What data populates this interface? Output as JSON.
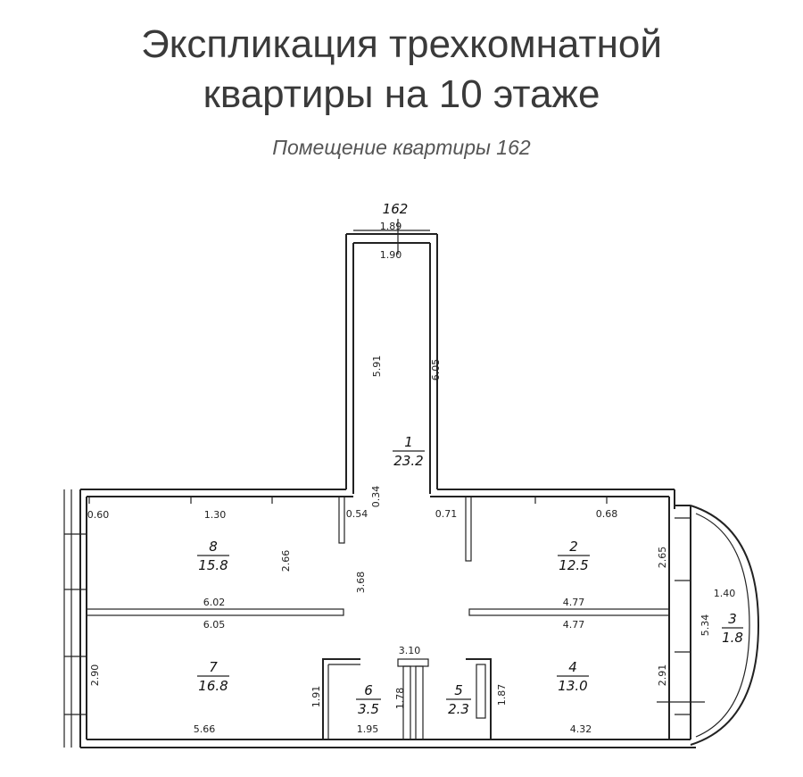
{
  "header": {
    "title_line1": "Экспликация трехкомнатной",
    "title_line2": "квартиры на 10 этаже",
    "subtitle": "Помещение квартиры 162"
  },
  "plan": {
    "apartment_number": "162",
    "rooms": [
      {
        "number": "1",
        "area": "23.2"
      },
      {
        "number": "2",
        "area": "12.5"
      },
      {
        "number": "3",
        "area": "1.8"
      },
      {
        "number": "4",
        "area": "13.0"
      },
      {
        "number": "5",
        "area": "2.3"
      },
      {
        "number": "6",
        "area": "3.5"
      },
      {
        "number": "7",
        "area": "16.8"
      },
      {
        "number": "8",
        "area": "15.8"
      }
    ],
    "dimensions": {
      "corridor_top_outer": "1.89",
      "corridor_top_inner": "1.90",
      "corridor_left": "5.91",
      "corridor_right": "6.05",
      "r8_top_left": "0.60",
      "r8_top_window": "1.30",
      "door_left": "0.54",
      "wall_034": "0.34",
      "door_right": "0.71",
      "r2_top": "0.68",
      "r8_height": "2.66",
      "hall_height": "3.68",
      "r2_height": "2.65",
      "r8_bottom": "6.02",
      "r7_top": "6.05",
      "r2_bottom": "4.77",
      "r4_top": "4.77",
      "r3_width": "1.40",
      "r3_length": "5.34",
      "wall_310": "3.10",
      "r7_height": "2.90",
      "r6_height": "1.91",
      "r5_left": "1.78",
      "r5_right": "1.87",
      "r4_height": "2.91",
      "r7_bottom": "5.66",
      "r6_bottom": "1.95",
      "r4_bottom": "4.32"
    }
  }
}
